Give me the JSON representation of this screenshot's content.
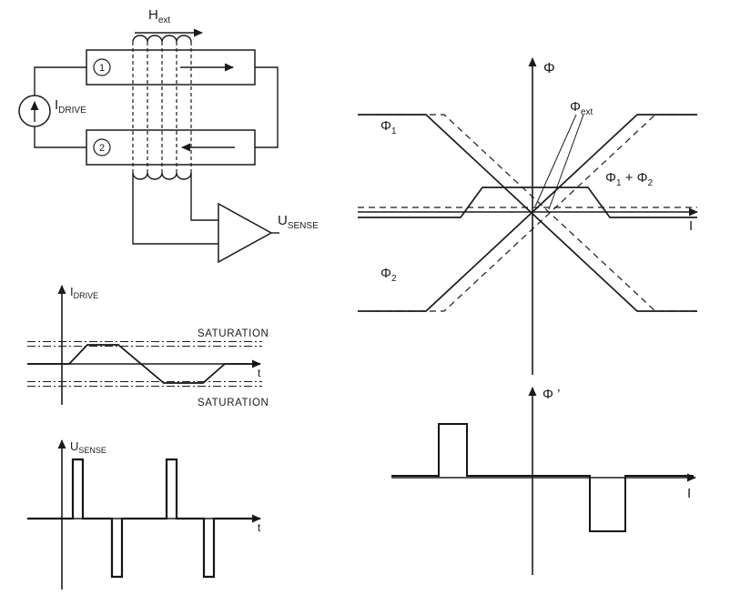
{
  "colors": {
    "line": "#1b1b1b",
    "background": "#ffffff"
  },
  "circuit": {
    "h_ext": {
      "base": "H",
      "sub": "ext"
    },
    "core1_label": "1",
    "core2_label": "2",
    "i_drive": {
      "base": "I",
      "sub": "DRIVE"
    },
    "u_sense": {
      "base": "U",
      "sub": "SENSE"
    }
  },
  "flux_graph": {
    "y_label": "Φ",
    "x_label": "I",
    "phi1": {
      "base": "Φ",
      "sub": "1"
    },
    "phi2": {
      "base": "Φ",
      "sub": "2"
    },
    "phi_ext": {
      "base": "Φ",
      "sub": "ext"
    },
    "sum": {
      "base1": "Φ",
      "sub1": "1",
      "plus": " + ",
      "base2": "Φ",
      "sub2": "2"
    },
    "curves": {
      "phi1": "393,126 468,126 700,342 766,342",
      "phi2": "393,342 468,342 700,126 766,126",
      "phi1_shifted": "412,126 488,126 720,342 768,342",
      "phi2_shifted": "412,342 488,342 720,126 768,126",
      "sum": "393,239 506,239 530,206 646,206 670,239 766,239",
      "sum_shifted": "393,228 766,228"
    }
  },
  "drive_graph": {
    "y_label": {
      "base": "I",
      "sub": "DRIVE"
    },
    "x_label": "t",
    "saturation_top": "SATURATION",
    "saturation_bottom": "SATURATION",
    "wave": "30,400 76,400 96,379 130,379 180,421 223,421 247,400 286,400"
  },
  "sense_graph": {
    "y_label": {
      "base": "U",
      "sub": "SENSE"
    },
    "x_label": "t",
    "wave": "30,570 80,570 80,505 91,505 91,570 123,570 123,634 134,634 134,570 183,570 183,505 194,505 194,570 224,570 224,634 235,634 235,570 286,570"
  },
  "derivative_graph": {
    "y_label": "Φ ’",
    "x_label": "I",
    "wave": "430,523 482,523 482,466 513,466 513,523 648,523 648,584 687,584 687,523 762,523"
  }
}
